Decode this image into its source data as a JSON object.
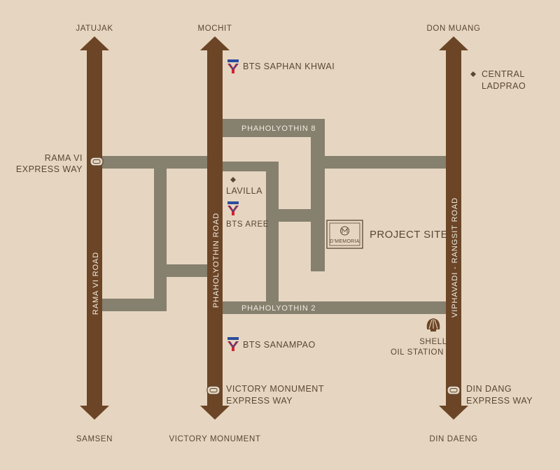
{
  "colors": {
    "background": "#e6d6c1",
    "main_road": "#6b4526",
    "minor_road": "#86806e",
    "text": "#5a4632",
    "bts_red": "#d1242f",
    "bts_blue": "#2b4c9b"
  },
  "destinations": {
    "jatujak": "JATUJAK",
    "mochit": "MOCHIT",
    "don_muang": "DON MUANG",
    "samsen": "SAMSEN",
    "victory_monument": "VICTORY MONUMENT",
    "din_daeng": "DIN DAENG"
  },
  "roads": {
    "rama_vi": "RAMA VI ROAD",
    "phaholyothin": "PHAHOLYOTHIN ROAD",
    "viphavadi": "VIPHAVADI - RANGSIT ROAD",
    "phaholyothin_8": "PHAHOLYOTHIN 8",
    "phaholyothin_2": "PHAHOLYOTHIN 2"
  },
  "landmarks": {
    "bts_saphan_khwai": "BTS SAPHAN KHWAI",
    "central_ladprao_line1": "CENTRAL",
    "central_ladprao_line2": "LADPRAO",
    "lavilla": "LAVILLA",
    "bts_aree": "BTS AREE",
    "bts_sanampao": "BTS SANAMPAO",
    "shell_line1": "SHELL",
    "shell_line2": "OIL STATION"
  },
  "expressways": {
    "rama_vi_line1": "RAMA VI",
    "rama_vi_line2": "EXPRESS WAY",
    "victory_line1": "VICTORY MONUMENT",
    "victory_line2": "EXPRESS WAY",
    "din_dang_line1": "DIN DANG",
    "din_dang_line2": "EXPRESS WAY"
  },
  "project": {
    "logo_text": "D'MEMORIA",
    "label": "PROJECT SITE"
  },
  "icons": {
    "bts": "bts-logo-icon",
    "landmark": "diamond-icon",
    "shell": "shell-icon",
    "expressway": "expressway-icon"
  }
}
